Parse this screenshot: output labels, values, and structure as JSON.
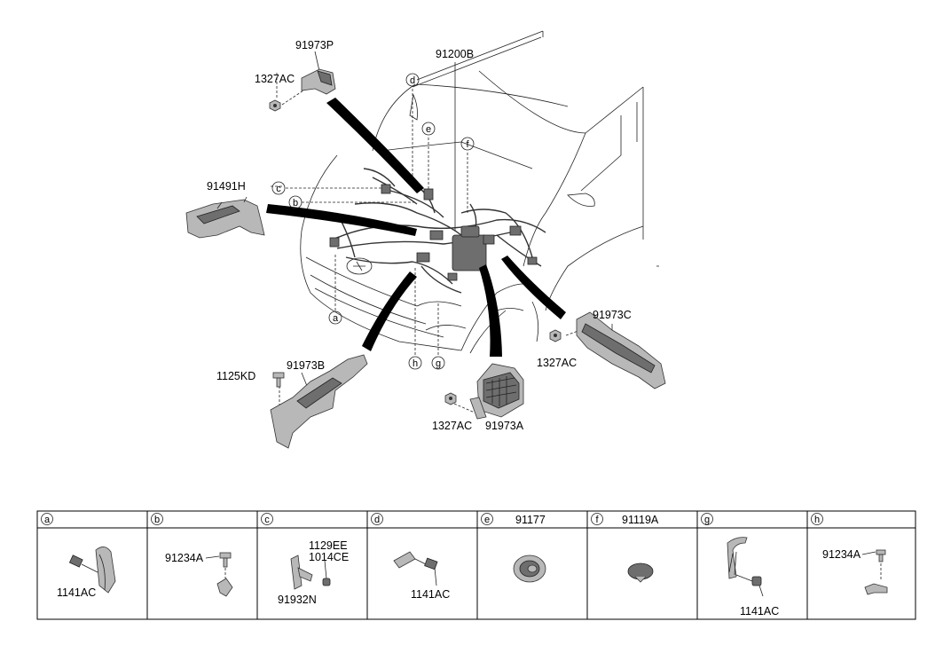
{
  "diagram": {
    "callouts": [
      {
        "id": "91973P",
        "text": "91973P"
      },
      {
        "id": "1327AC_top",
        "text": "1327AC"
      },
      {
        "id": "91200B",
        "text": "91200B"
      },
      {
        "id": "91491H",
        "text": "91491H"
      },
      {
        "id": "91973C",
        "text": "91973C"
      },
      {
        "id": "1327AC_right",
        "text": "1327AC"
      },
      {
        "id": "1125KD",
        "text": "1125KD"
      },
      {
        "id": "91973B",
        "text": "91973B"
      },
      {
        "id": "1327AC_bottom",
        "text": "1327AC"
      },
      {
        "id": "91973A",
        "text": "91973A"
      }
    ],
    "circle_refs": [
      "a",
      "b",
      "c",
      "d",
      "e",
      "f",
      "g",
      "h"
    ]
  },
  "table": {
    "headers": [
      {
        "ref": "a",
        "title": ""
      },
      {
        "ref": "b",
        "title": ""
      },
      {
        "ref": "c",
        "title": ""
      },
      {
        "ref": "d",
        "title": ""
      },
      {
        "ref": "e",
        "title": "91177"
      },
      {
        "ref": "f",
        "title": "91119A"
      },
      {
        "ref": "g",
        "title": ""
      },
      {
        "ref": "h",
        "title": ""
      }
    ],
    "cells": [
      {
        "labels": [
          "1141AC"
        ]
      },
      {
        "labels": [
          "91234A"
        ]
      },
      {
        "labels": [
          "1129EE",
          "1014CE",
          "91932N"
        ]
      },
      {
        "labels": [
          "1141AC"
        ]
      },
      {
        "labels": []
      },
      {
        "labels": []
      },
      {
        "labels": [
          "1141AC"
        ]
      },
      {
        "labels": [
          "91234A"
        ]
      }
    ]
  }
}
